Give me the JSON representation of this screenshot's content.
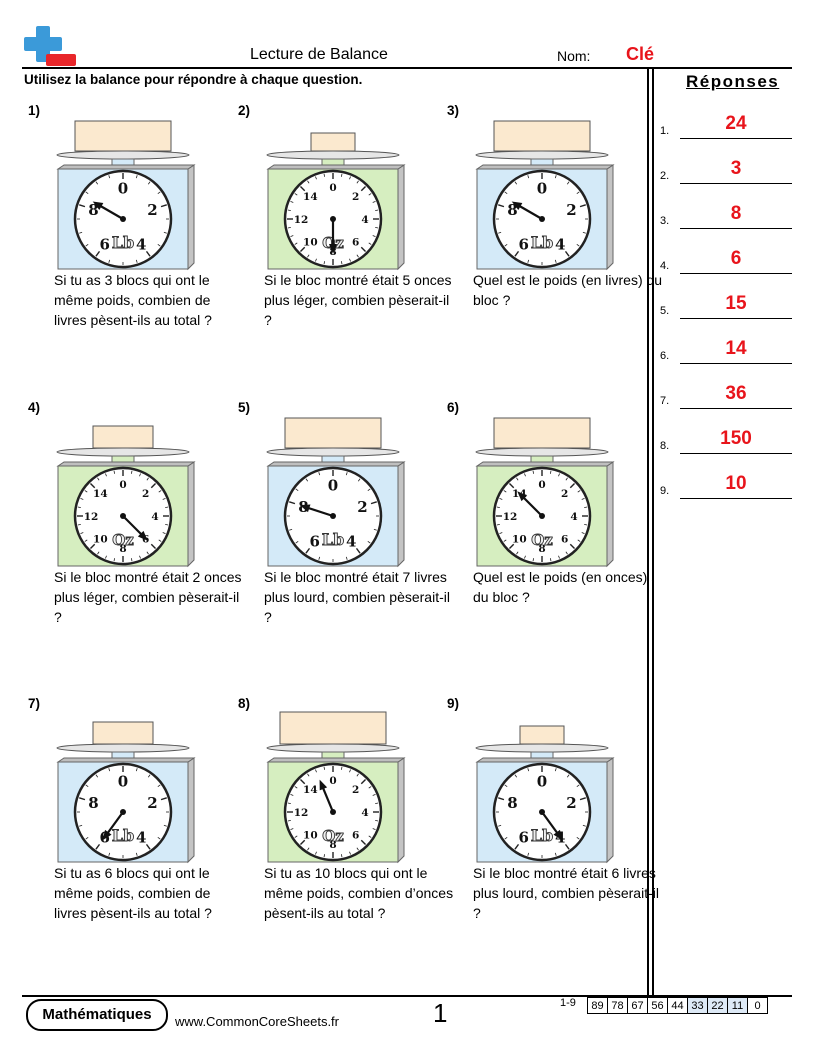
{
  "header": {
    "title": "Lecture de Balance",
    "name_label": "Nom:",
    "name_value": "Clé"
  },
  "instructions": "Utilisez la balance pour répondre à chaque question.",
  "answers": {
    "title": "Réponses",
    "items": [
      {
        "num": "1.",
        "value": "24"
      },
      {
        "num": "2.",
        "value": "3"
      },
      {
        "num": "3.",
        "value": "8"
      },
      {
        "num": "4.",
        "value": "6"
      },
      {
        "num": "5.",
        "value": "15"
      },
      {
        "num": "6.",
        "value": "14"
      },
      {
        "num": "7.",
        "value": "36"
      },
      {
        "num": "8.",
        "value": "150"
      },
      {
        "num": "9.",
        "value": "10"
      }
    ]
  },
  "problems": [
    {
      "num": "1)",
      "unit": "Lb",
      "color": "#d4eaf8",
      "dial_labels": [
        "0",
        "2",
        "4",
        "6",
        "8"
      ],
      "block": "large",
      "hand_angle": 300,
      "question": "Si tu as 3 blocs qui ont le même poids, combien de livres pèsent-ils au total ?"
    },
    {
      "num": "2)",
      "unit": "Oz",
      "color": "#d6eec0",
      "dial_labels": [
        "0",
        "2",
        "4",
        "6",
        "8",
        "10",
        "12",
        "14"
      ],
      "block": "small",
      "hand_angle": 180,
      "question": "Si le bloc montré était 5 onces plus léger, combien pèserait-il ?"
    },
    {
      "num": "3)",
      "unit": "Lb",
      "color": "#d4eaf8",
      "dial_labels": [
        "0",
        "2",
        "4",
        "6",
        "8"
      ],
      "block": "large",
      "hand_angle": 300,
      "question": "Quel est le poids (en livres) du bloc ?"
    },
    {
      "num": "4)",
      "unit": "Oz",
      "color": "#d6eec0",
      "dial_labels": [
        "0",
        "2",
        "4",
        "6",
        "8",
        "10",
        "12",
        "14"
      ],
      "block": "medium",
      "hand_angle": 135,
      "question": "Si le bloc montré était 2 onces plus léger, combien pèserait-il ?"
    },
    {
      "num": "5)",
      "unit": "Lb",
      "color": "#d4eaf8",
      "dial_labels": [
        "0",
        "2",
        "4",
        "6",
        "8"
      ],
      "block": "large",
      "hand_angle": 288,
      "question": "Si le bloc montré était 7 livres plus lourd, combien pèserait-il ?"
    },
    {
      "num": "6)",
      "unit": "Oz",
      "color": "#d6eec0",
      "dial_labels": [
        "0",
        "2",
        "4",
        "6",
        "8",
        "10",
        "12",
        "14"
      ],
      "block": "large",
      "hand_angle": 315,
      "question": "Quel est le poids (en onces) du bloc ?"
    },
    {
      "num": "7)",
      "unit": "Lb",
      "color": "#d4eaf8",
      "dial_labels": [
        "0",
        "2",
        "4",
        "6",
        "8"
      ],
      "block": "medium",
      "hand_angle": 216,
      "question": "Si tu as 6 blocs qui ont le même poids, combien de livres pèsent-ils au total ?"
    },
    {
      "num": "8)",
      "unit": "Oz",
      "color": "#d6eec0",
      "dial_labels": [
        "0",
        "2",
        "4",
        "6",
        "8",
        "10",
        "12",
        "14"
      ],
      "block": "xlarge",
      "hand_angle": 337.5,
      "question": "Si tu as 10 blocs qui ont le même poids, combien d’onces pèsent-ils au total ?"
    },
    {
      "num": "9)",
      "unit": "Lb",
      "color": "#d4eaf8",
      "dial_labels": [
        "0",
        "2",
        "4",
        "6",
        "8"
      ],
      "block": "small",
      "hand_angle": 144,
      "question": "Si le bloc montré était 6 livres plus lourd, combien pèserait-il ?"
    }
  ],
  "footer": {
    "brand": "Mathématiques",
    "site": "www.CommonCoreSheets.fr",
    "page": "1",
    "score_range": "1-9",
    "scores": [
      "89",
      "78",
      "67",
      "56",
      "44",
      "33",
      "22",
      "11",
      "0"
    ]
  }
}
